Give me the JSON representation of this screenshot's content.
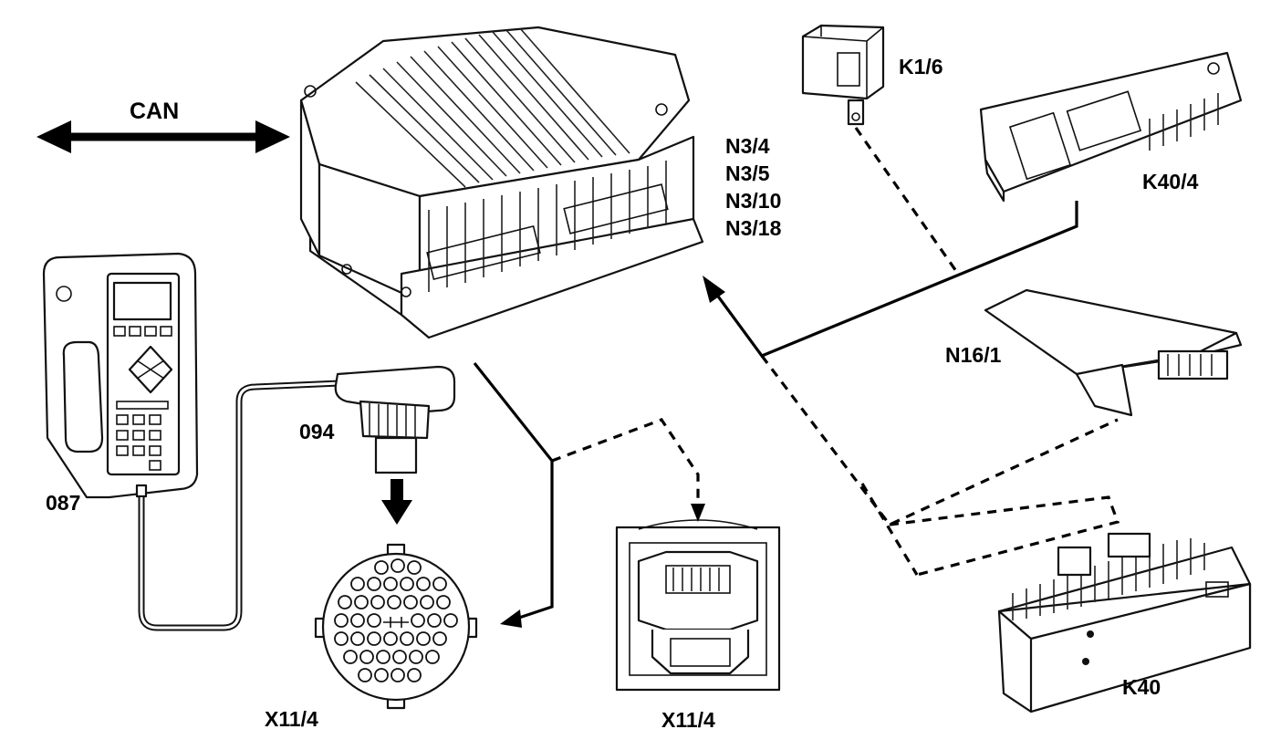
{
  "diagram": {
    "bus_label": "CAN",
    "control_unit_labels": [
      "N3/4",
      "N3/5",
      "N3/10",
      "N3/18"
    ],
    "components": {
      "relay": "K1/6",
      "relay_module_upper": "K40/4",
      "control_module": "N16/1",
      "fuse_relay_box": "K40",
      "tester": "087",
      "adapter": "094",
      "connector_round": "X11/4",
      "connector_socket": "X11/4"
    }
  }
}
